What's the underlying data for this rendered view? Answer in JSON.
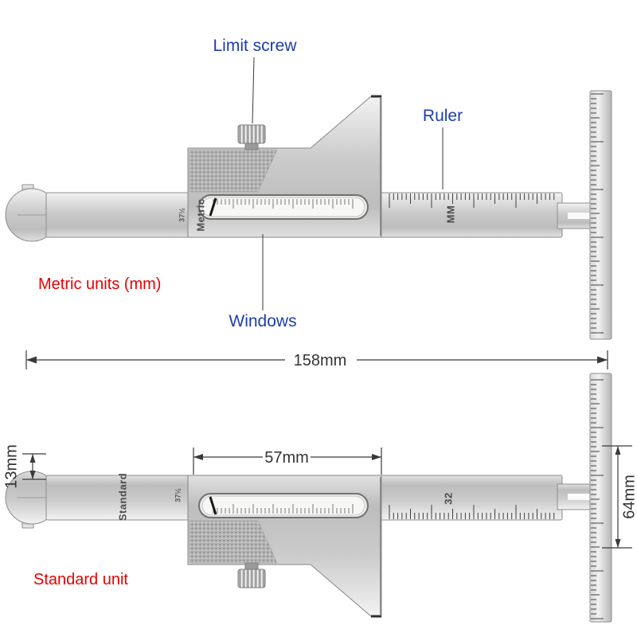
{
  "colors": {
    "label_blue": "#1c3eb0",
    "label_red": "#e80000",
    "dimension_text": "#333333"
  },
  "annotations": {
    "limit_screw": "Limit screw",
    "ruler": "Ruler",
    "windows": "Windows",
    "metric_units": "Metric units (mm)",
    "standard_unit": "Standard unit"
  },
  "dimensions": {
    "overall_length": "158mm",
    "slider_width": "57mm",
    "jaw_height": "13mm",
    "rod_length": "64mm"
  },
  "caliper_metric": {
    "scale_name": "Metric",
    "scale_fraction": "37½",
    "beam_unit": "MM"
  },
  "caliper_standard": {
    "scale_name": "Standard",
    "scale_fraction": "37½",
    "beam_unit": "32"
  }
}
